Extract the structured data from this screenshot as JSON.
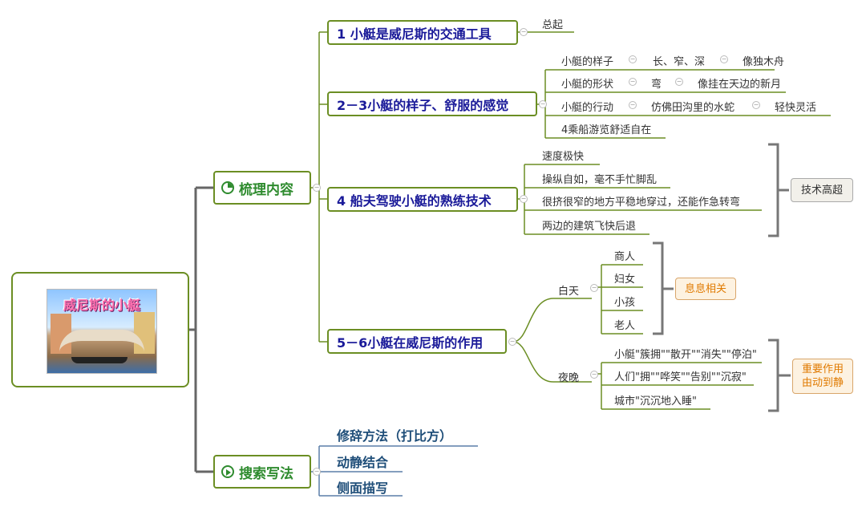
{
  "root": {
    "title": "威尼斯的小艇"
  },
  "branch_content": {
    "label": "梳理内容",
    "items": [
      {
        "label": "1 小艇是威尼斯的交通工具",
        "note": "总起"
      },
      {
        "label": "2－3小艇的样子、舒服的感觉",
        "rows": [
          [
            "小艇的样子",
            "长、窄、深",
            "像独木舟"
          ],
          [
            "小艇的形状",
            "弯",
            "像挂在天边的新月"
          ],
          [
            "小艇的行动",
            "仿佛田沟里的水蛇",
            "轻快灵活"
          ],
          [
            "4乘船游览舒适自在"
          ]
        ]
      },
      {
        "label": "4 船夫驾驶小艇的熟练技术",
        "rows": [
          "速度极快",
          "操纵自如，毫不手忙脚乱",
          "很挤很窄的地方平稳地穿过，还能作急转弯",
          "两边的建筑飞快后退"
        ],
        "tag": "技术高超"
      },
      {
        "label": "5－6小艇在威尼斯的作用",
        "day": {
          "label": "白天",
          "rows": [
            "商人",
            "妇女",
            "小孩",
            "老人"
          ],
          "tag": "息息相关"
        },
        "night": {
          "label": "夜晚",
          "rows": [
            "小艇\"簇拥\"\"散开\"\"消失\"\"停泊\"",
            "人们\"拥\"\"哗笑\"\"告别\"\"沉寂\"",
            "城市\"沉沉地入睡\""
          ],
          "tag_line1": "重要作用",
          "tag_line2": "由动到静"
        }
      }
    ]
  },
  "branch_writing": {
    "label": "搜索写法",
    "items": [
      "修辞方法（打比方）",
      "动静结合",
      "侧面描写"
    ]
  },
  "colors": {
    "branch_green": "#2e8b2e",
    "node_blue": "#1a1a99",
    "line_olive": "#6b8e23",
    "bracket_gray": "#777777",
    "accent_orange": "#e07a00"
  },
  "icons": {
    "content_icon": "pie-chart-icon",
    "writing_icon": "play-circle-icon"
  }
}
